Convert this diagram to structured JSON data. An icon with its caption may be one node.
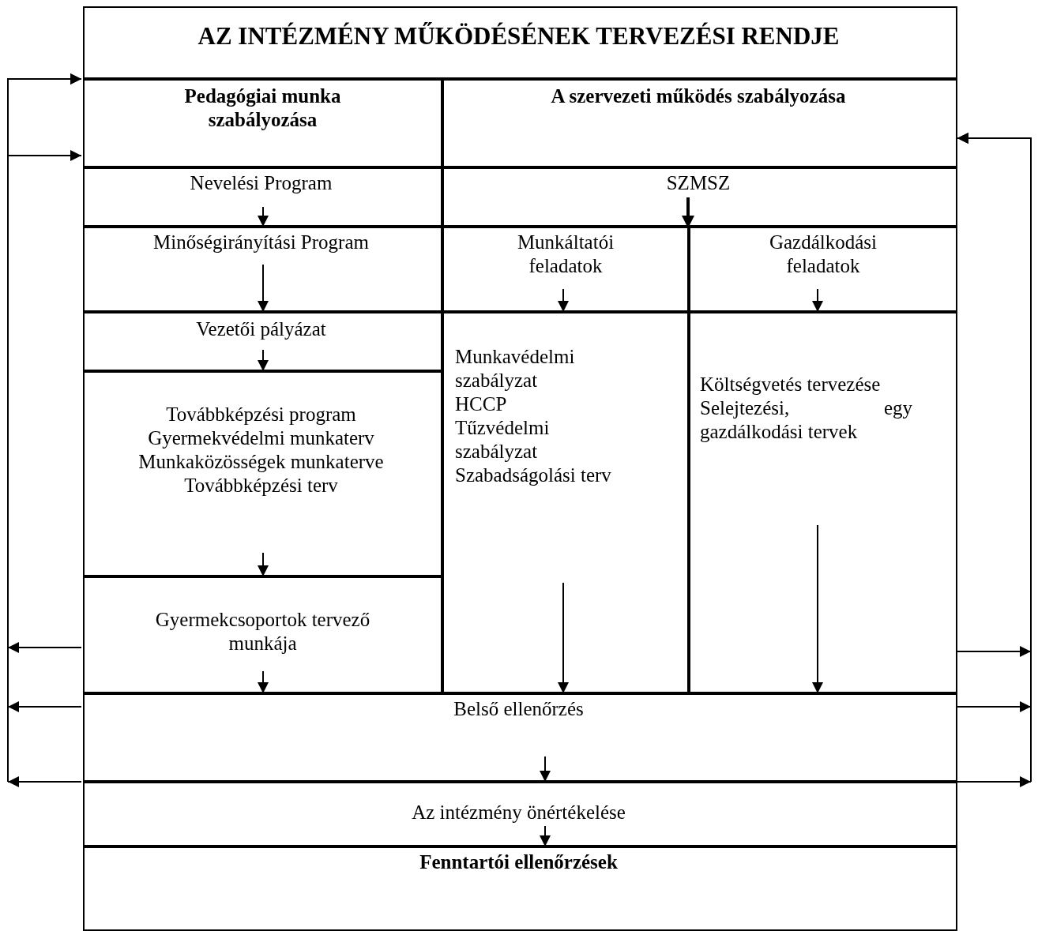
{
  "diagram": {
    "nodes": [
      {
        "text": [
          "AZ INTÉZMÉNY MŰKÖDÉSÉNEK TERVEZÉSI RENDJE"
        ]
      },
      {
        "text": [
          "Pedagógiai munka szabályozása"
        ]
      },
      {
        "text": [
          "A szervezeti működés szabályozása"
        ]
      },
      {
        "text": [
          "Nevelési Program"
        ]
      },
      {
        "text": [
          "SZMSZ"
        ]
      },
      {
        "text": [
          "Minőségirányítási Program"
        ]
      },
      {
        "text": [
          "Munkáltatói feladatok"
        ]
      },
      {
        "text": [
          "Gazdálkodási feladatok"
        ]
      },
      {
        "text": [
          "Vezetői pályázat"
        ]
      },
      {
        "text": [
          "Munkavédelmi szabályzat",
          "HCCP",
          "Tűzvédelmi szabályzat",
          "Szabadságolási terv"
        ]
      },
      {
        "text": [
          "Költségvetés tervezése",
          "Selejtezési, egy gazdálkodási tervek"
        ]
      },
      {
        "text": [
          "Továbbképzési program",
          "Gyermekvédelmi munkaterv",
          "Munkaközösségek munkaterve",
          "Továbbképzési terv"
        ]
      },
      {
        "text": [
          "Gyermekcsoportok tervező munkája"
        ]
      },
      {
        "text": [
          "Belső ellenőrzés"
        ]
      },
      {
        "text": [
          "Az  intézmény önértékelése"
        ]
      },
      {
        "text": [
          "Fenntartói ellenőrzések"
        ]
      }
    ],
    "edges": [
      {
        "from": 3,
        "to": 5,
        "arrow": "to"
      },
      {
        "from": 4,
        "to": 6,
        "arrow": "to"
      },
      {
        "from": 4,
        "to": 7,
        "arrow": "to"
      },
      {
        "from": 5,
        "to": 8,
        "arrow": "to"
      },
      {
        "from": 6,
        "to": 9,
        "arrow": "to"
      },
      {
        "from": 7,
        "to": 10,
        "arrow": "to"
      },
      {
        "from": 8,
        "to": 11,
        "arrow": "to"
      },
      {
        "from": 11,
        "to": 12,
        "arrow": "to"
      },
      {
        "from": 12,
        "to": 13,
        "arrow": "to"
      },
      {
        "from": 9,
        "to": 13,
        "arrow": "to"
      },
      {
        "from": 10,
        "to": 13,
        "arrow": "to"
      },
      {
        "from": 13,
        "to": 14,
        "arrow": "to"
      },
      {
        "from": 14,
        "to": 15,
        "arrow": "to"
      },
      {
        "from": 12,
        "to": 1,
        "arrow": "to"
      },
      {
        "from": 13,
        "to": 1,
        "arrow": "to"
      },
      {
        "from": 14,
        "to": 1,
        "arrow": "to"
      },
      {
        "from": 10,
        "to": 2,
        "arrow": "to"
      },
      {
        "from": 13,
        "to": 2,
        "arrow": "to"
      },
      {
        "from": 14,
        "to": 2,
        "arrow": "to"
      }
    ]
  }
}
